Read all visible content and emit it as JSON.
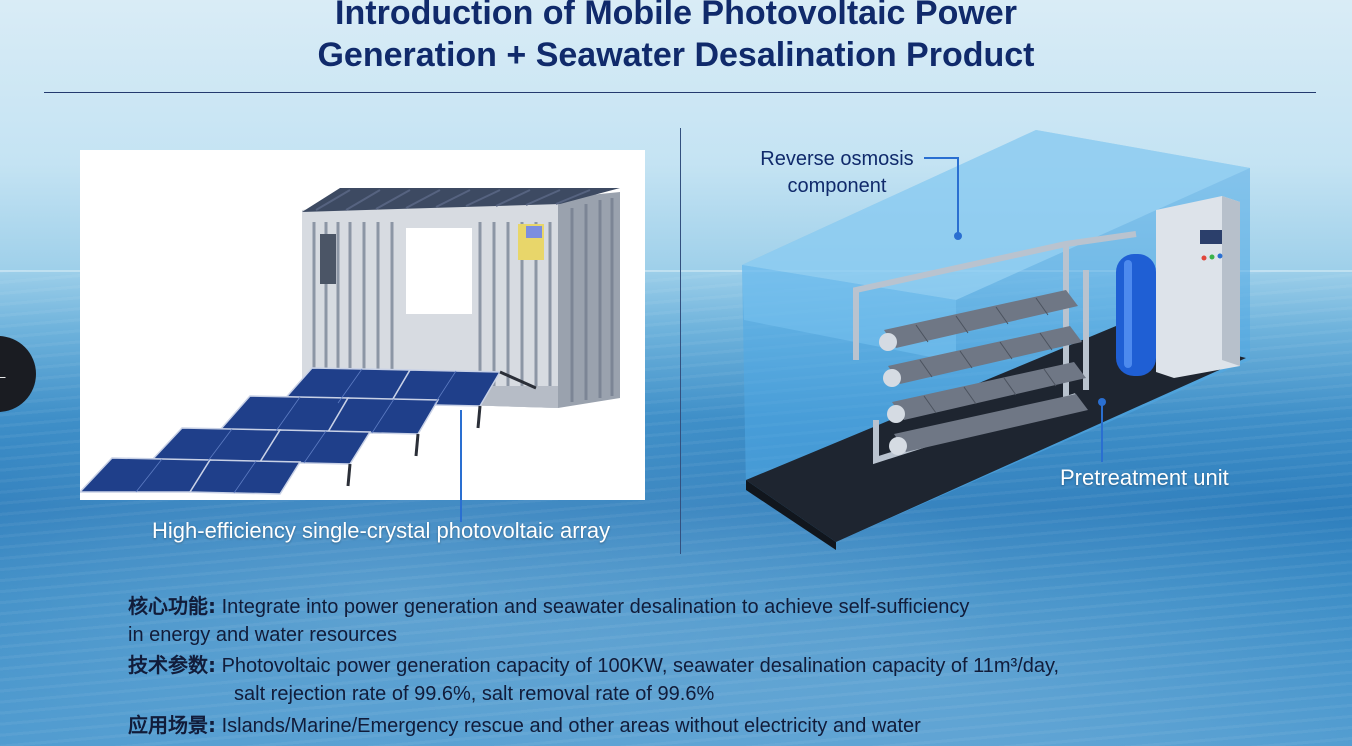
{
  "title": {
    "line1": "Introduction of Mobile Photovoltaic Power",
    "line2": "Generation + Seawater Desalination Product"
  },
  "nav": {
    "prev_glyph": "←"
  },
  "left_panel": {
    "caption": "High-efficiency single-crystal photovoltaic array"
  },
  "right_panel": {
    "ro_label_line1": "Reverse osmosis",
    "ro_label_line2": "component",
    "pretreatment_label": "Pretreatment unit"
  },
  "info": [
    {
      "key": "核心功能:",
      "text_line1": "Integrate into power generation and seawater desalination to achieve self-sufficiency",
      "text_line2": "in energy and water resources"
    },
    {
      "key": "技术参数:",
      "text_line1": "Photovoltaic power generation capacity of 100KW, seawater desalination capacity of 11m³/day,",
      "text_line2": "salt rejection rate of 99.6%, salt removal rate of 99.6%"
    },
    {
      "key": "应用场景:",
      "text_line1": "Islands/Marine/Emergency rescue and other areas without electricity and water"
    }
  ],
  "colors": {
    "title": "#102a6b",
    "accent_line": "#2a6fd1",
    "text_dark": "#111c3a"
  }
}
